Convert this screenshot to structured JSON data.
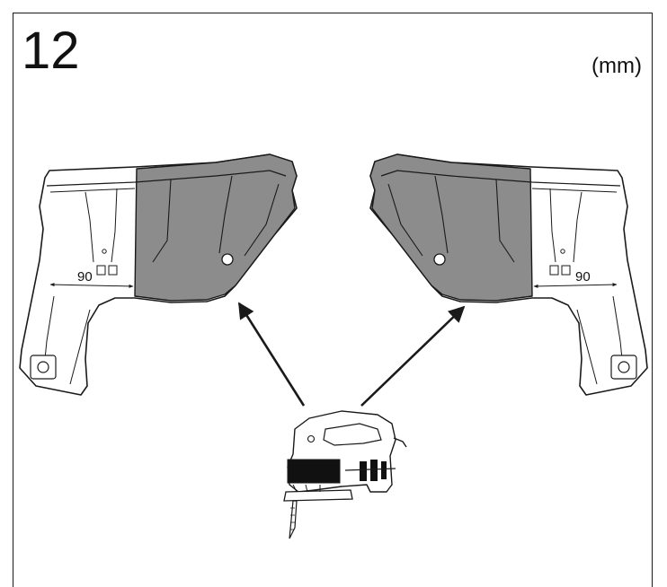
{
  "step": {
    "number": "12"
  },
  "units": {
    "label": "(mm)"
  },
  "dimensions": {
    "left_width": "90",
    "right_width": "90"
  },
  "colors": {
    "shaded_area": "#8c8c8c",
    "line": "#1a1a1a",
    "background": "#ffffff"
  }
}
